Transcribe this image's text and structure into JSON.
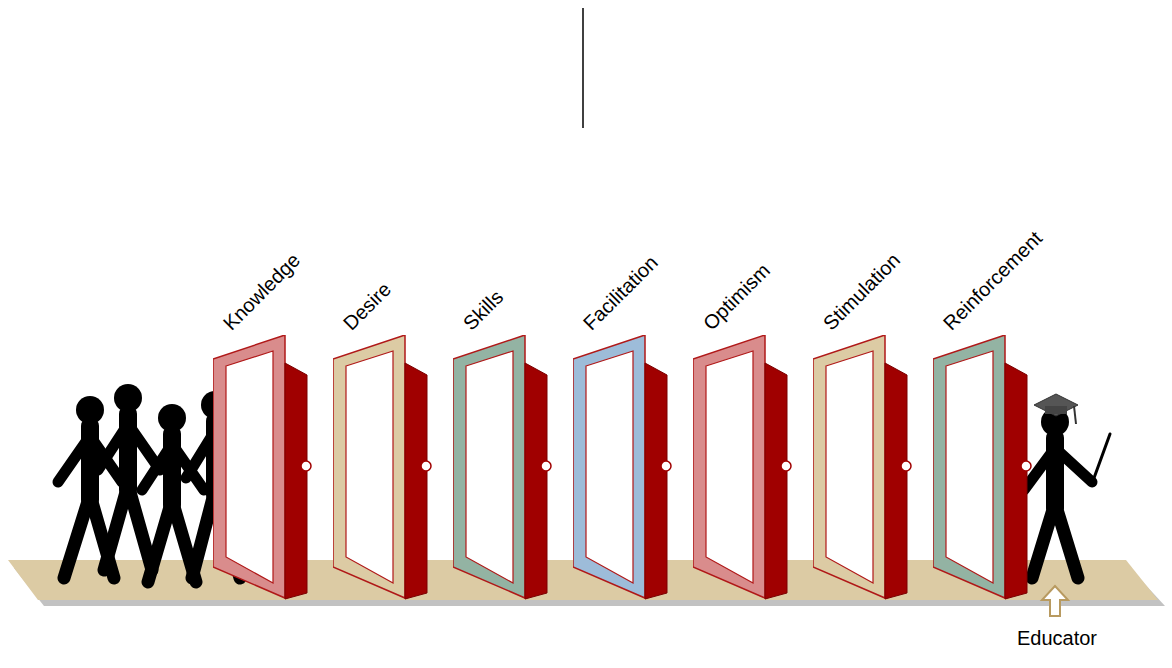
{
  "diagram": {
    "nodes": [
      {
        "text": [
          "Knowledge"
        ]
      },
      {
        "text": [
          "Desire"
        ]
      },
      {
        "text": [
          "Skills"
        ]
      },
      {
        "text": [
          "Facilitation"
        ]
      },
      {
        "text": [
          "Optimism"
        ]
      },
      {
        "text": [
          "Stimulation"
        ]
      },
      {
        "text": [
          "Reinforcement"
        ]
      }
    ],
    "labels": [
      "Educator"
    ]
  }
}
